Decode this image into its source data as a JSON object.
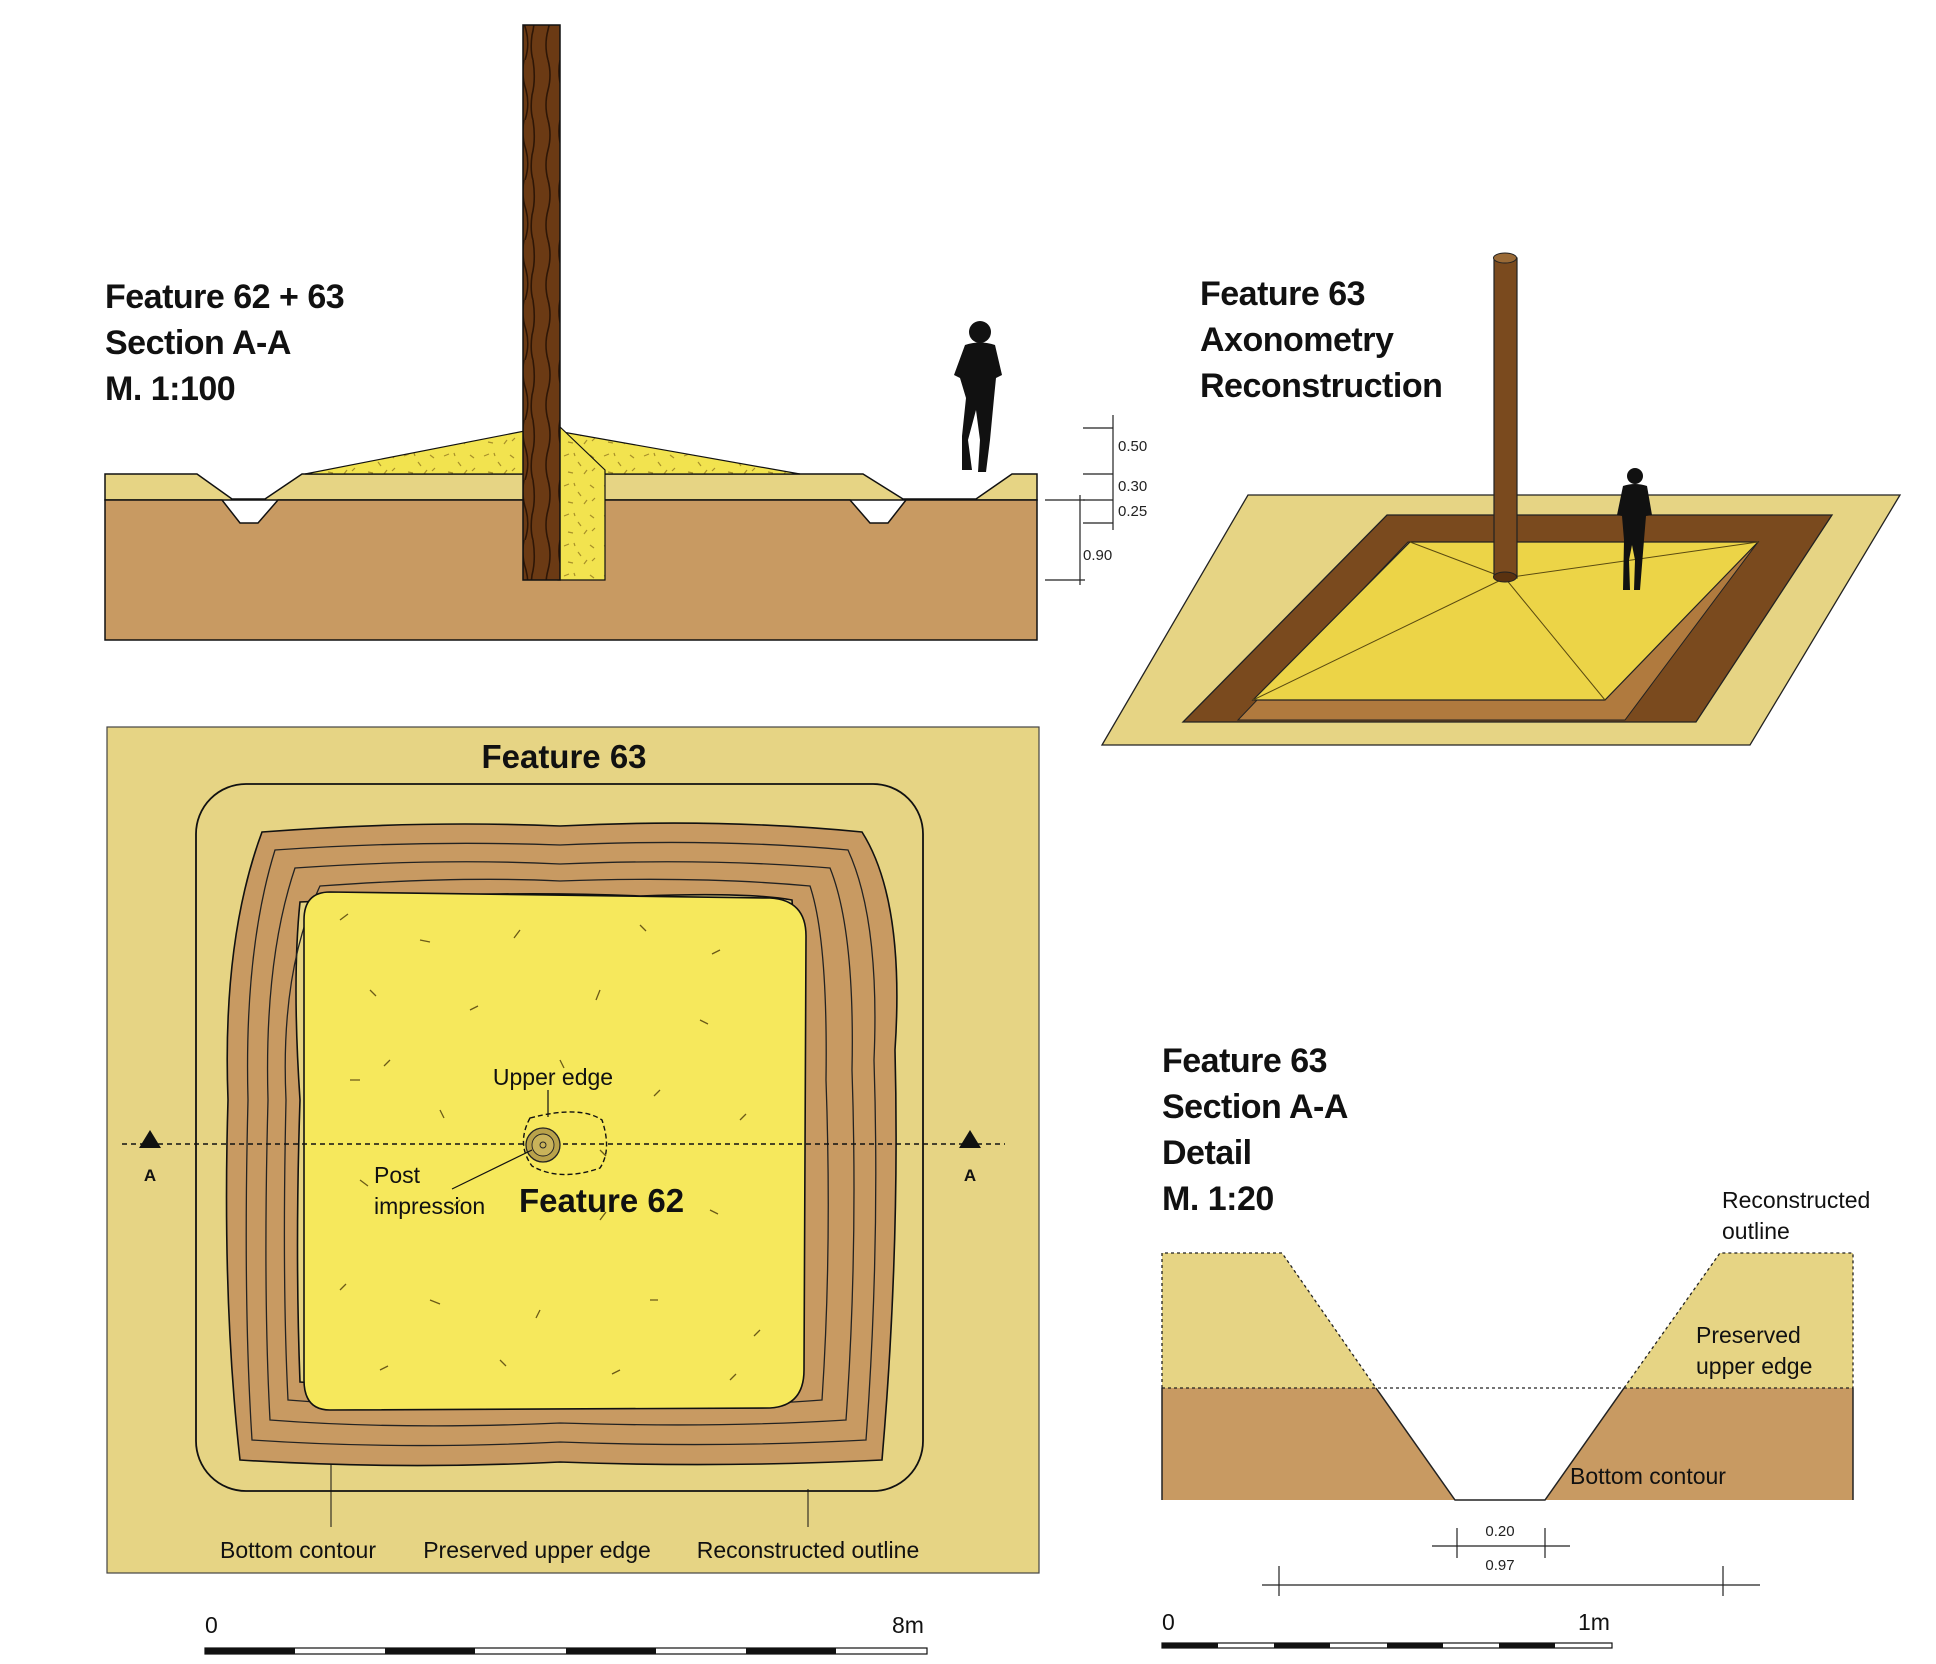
{
  "colors": {
    "soil": "#c89a62",
    "pale": "#e6d484",
    "fill": "#f6e85c",
    "mound": "#f2e34f",
    "wood": "#6b3a14",
    "ditch_dark": "#7a4a1e",
    "figure": "#111111",
    "line": "#222222"
  },
  "section_top": {
    "title_lines": [
      "Feature 62 + 63",
      "Section A-A",
      "M. 1:100"
    ],
    "dimensions": [
      "0.50",
      "0.30",
      "0.25",
      "0.90"
    ],
    "icons": [
      "timber-post",
      "human-figure"
    ]
  },
  "axonometry": {
    "title_lines": [
      "Feature 63",
      "Axonometry",
      "Reconstruction"
    ],
    "icons": [
      "timber-post",
      "human-figure"
    ]
  },
  "plan": {
    "title": "Feature 63",
    "label_upper_edge": "Upper edge",
    "label_post_line1": "Post",
    "label_post_line2": "impression",
    "feature62_label": "Feature 62",
    "section_marker_left": "A",
    "section_marker_right": "A",
    "legend_bottom_contour": "Bottom contour",
    "legend_preserved": "Preserved upper edge",
    "legend_reconstructed": "Reconstructed outline",
    "scale_start": "0",
    "scale_end": "8m"
  },
  "detail": {
    "title_lines": [
      "Feature 63",
      "Section A-A",
      "Detail",
      "M. 1:20"
    ],
    "label_reconstructed_line1": "Reconstructed",
    "label_reconstructed_line2": "outline",
    "label_preserved_line1": "Preserved",
    "label_preserved_line2": "upper edge",
    "label_bottom_contour": "Bottom contour",
    "dim_inner": "0.20",
    "dim_outer": "0.97",
    "scale_start": "0",
    "scale_end": "1m"
  }
}
